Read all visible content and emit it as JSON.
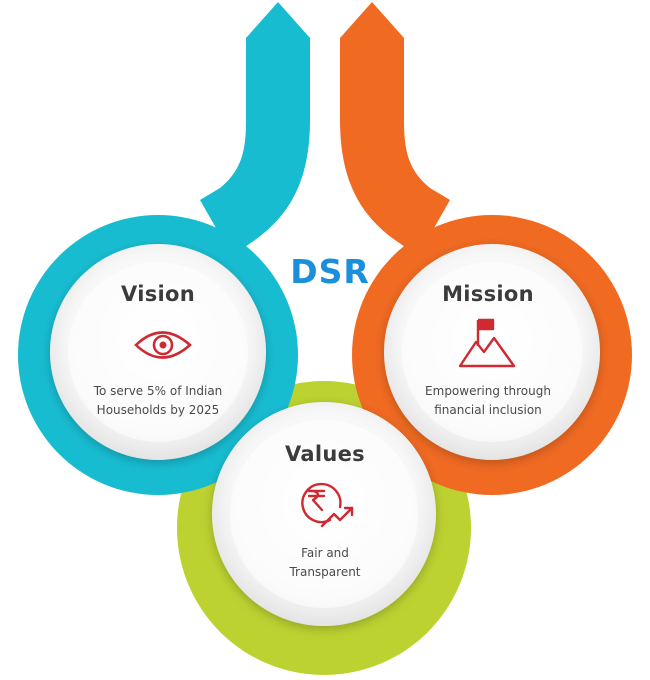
{
  "center": {
    "title": "DSR"
  },
  "colors": {
    "vision": "#18bcd1",
    "mission": "#f06a22",
    "values": "#bcd231",
    "title": "#1a8fdb",
    "icon": "#cf2a32"
  },
  "cards": {
    "vision": {
      "title": "Vision",
      "line1": "To serve 5% of Indian",
      "line2": "Households by 2025",
      "icon": "eye-icon"
    },
    "mission": {
      "title": "Mission",
      "line1": "Empowering through",
      "line2": "financial inclusion",
      "icon": "mountain-flag-icon"
    },
    "values": {
      "title": "Values",
      "line1": "Fair and",
      "line2": "Transparent",
      "icon": "rupee-growth-icon"
    }
  }
}
